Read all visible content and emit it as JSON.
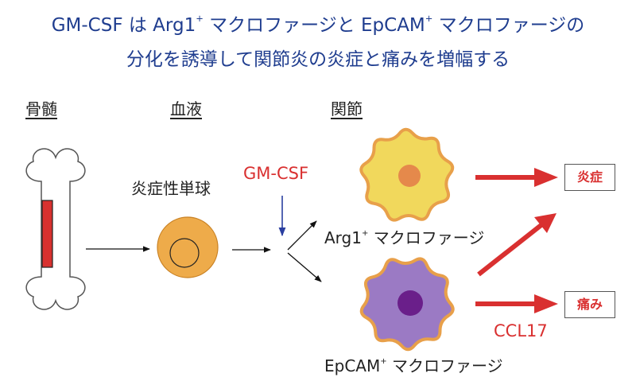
{
  "title": {
    "line1_part1": "GM-CSF は Arg1",
    "line1_sup1": "+",
    "line1_part2": " マクロファージと EpCAM",
    "line1_sup2": "+",
    "line1_part3": " マクロファージの",
    "line2": "分化を誘導して関節炎の炎症と痛みを増幅する"
  },
  "sections": {
    "bone_marrow": "骨髄",
    "blood": "血液",
    "joint": "関節"
  },
  "labels": {
    "monocyte": "炎症性単球",
    "gmcsf": "GM-CSF",
    "arg1_main": "Arg1",
    "arg1_sup": "+",
    "arg1_rest": " マクロファージ",
    "epcam_main": "EpCAM",
    "epcam_sup": "+",
    "epcam_rest": " マクロファージ",
    "ccl17": "CCL17"
  },
  "outcomes": {
    "inflammation": "炎症",
    "pain": "痛み"
  },
  "colors": {
    "title_blue": "#1f3d8f",
    "red": "#d93030",
    "monocyte_fill": "#eeab4a",
    "arg1_fill": "#f1d85c",
    "arg1_nucleus": "#e5894b",
    "epcam_fill": "#9b7ac4",
    "epcam_nucleus": "#6a1f8a",
    "cell_outline": "#e8a04a",
    "bone_marrow": "#d8312f",
    "gmcsf_arrow": "#2a3fa0"
  }
}
